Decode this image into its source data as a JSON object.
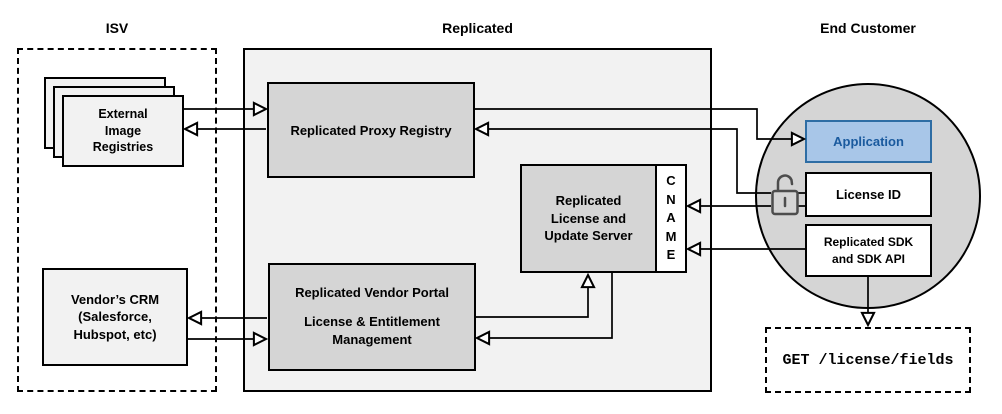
{
  "diagram": {
    "sections": {
      "isv": {
        "label": "ISV"
      },
      "replicated": {
        "label": "Replicated"
      },
      "end_customer": {
        "label": "End Customer"
      }
    },
    "nodes": {
      "external_registries": "External\nImage\nRegistries",
      "vendors_crm": "Vendor’s CRM\n(Salesforce,\nHubspot, etc)",
      "proxy_registry": "Replicated Proxy Registry",
      "license_server": "Replicated\nLicense and\nUpdate Server",
      "cname": "CNAME",
      "vendor_portal_title": "Replicated Vendor Portal",
      "vendor_portal_subtitle": "License & Entitlement\nManagement",
      "application": "Application",
      "license_id": "License ID",
      "sdk": "Replicated SDK\nand SDK API",
      "api_request": "GET /license/fields"
    },
    "icons": {
      "unlock": "open-padlock"
    },
    "colors": {
      "container_fill": "#f2f2f2",
      "node_fill": "#d5d5d5",
      "white": "#ffffff",
      "line": "#000000",
      "app_fill": "#a8c6e8",
      "app_border": "#2e6da4",
      "app_text": "#1a5a9e",
      "lock_stroke": "#4d4d4d"
    }
  }
}
